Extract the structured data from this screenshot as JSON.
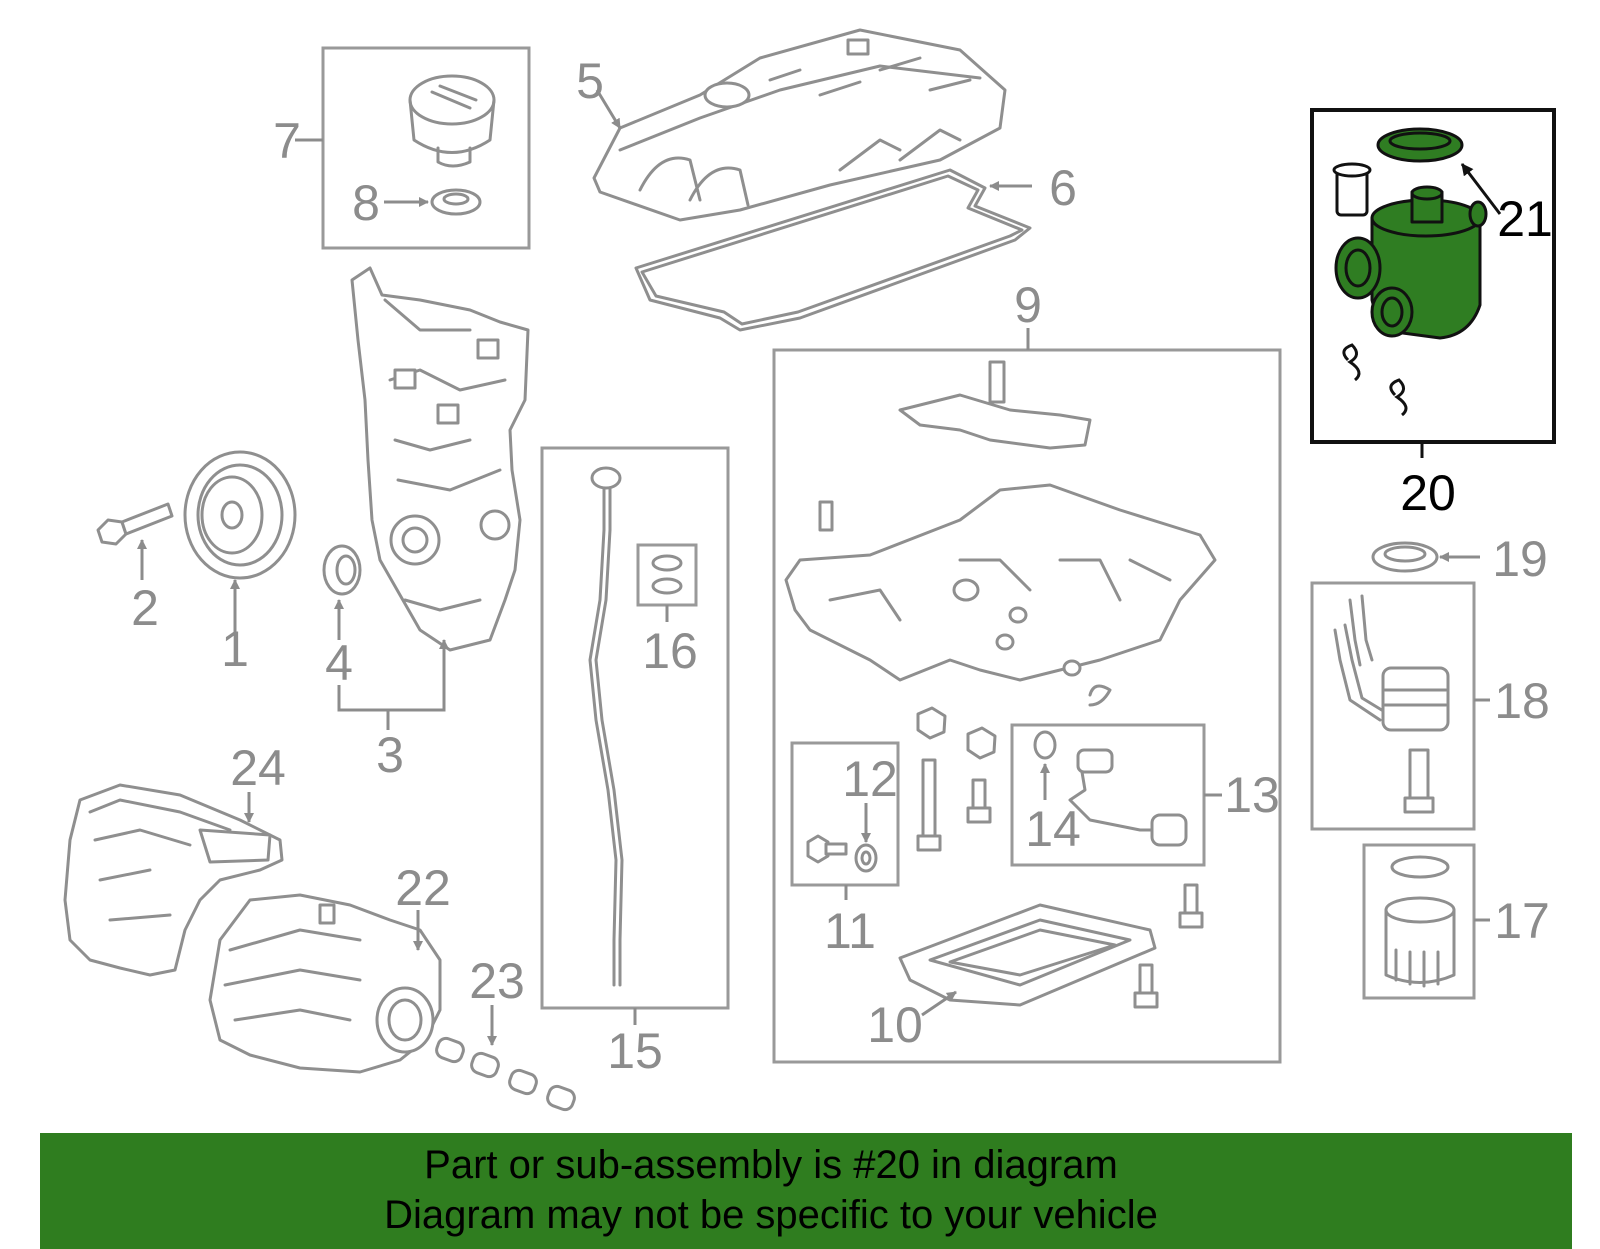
{
  "callouts": {
    "c1": "1",
    "c2": "2",
    "c3": "3",
    "c4": "4",
    "c5": "5",
    "c6": "6",
    "c7": "7",
    "c8": "8",
    "c9": "9",
    "c10": "10",
    "c11": "11",
    "c12": "12",
    "c13": "13",
    "c14": "14",
    "c15": "15",
    "c16": "16",
    "c17": "17",
    "c18": "18",
    "c19": "19",
    "c20": "20",
    "c21": "21",
    "c22": "22",
    "c23": "23",
    "c24": "24"
  },
  "highlight": {
    "part": "20",
    "color": "#2f7d22"
  },
  "footer": {
    "line1": "Part or sub-assembly is #20 in diagram",
    "line2": "Diagram may not be specific to your vehicle",
    "background": "#2f7d1f"
  }
}
